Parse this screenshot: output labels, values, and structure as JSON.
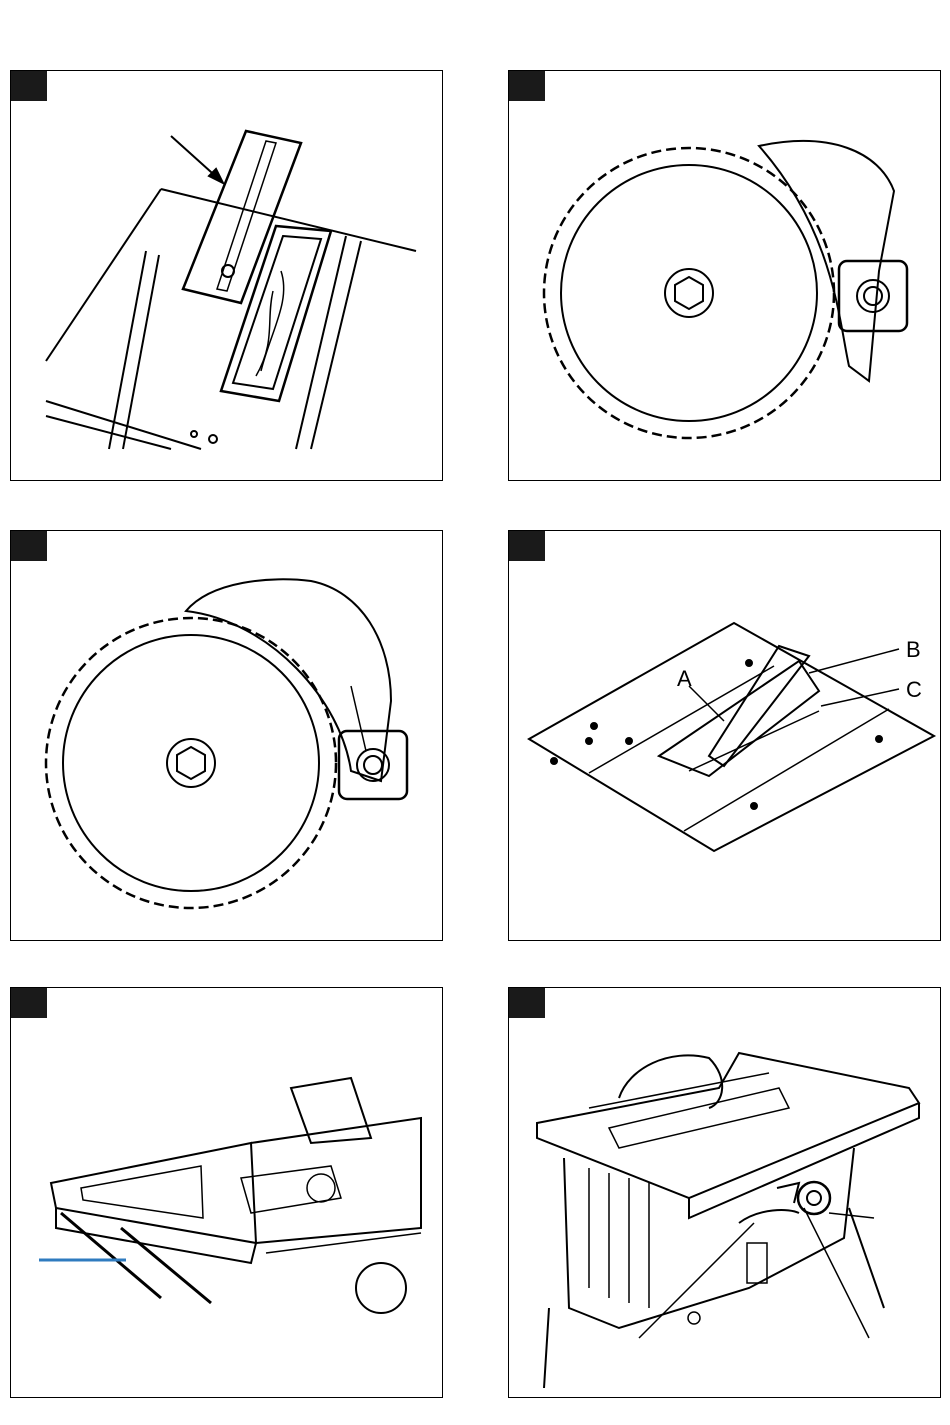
{
  "panels": [
    {
      "id": "p1",
      "labels": []
    },
    {
      "id": "p2",
      "labels": []
    },
    {
      "id": "p3",
      "labels": []
    },
    {
      "id": "p4",
      "labels": [
        "A",
        "B",
        "C"
      ]
    },
    {
      "id": "p5",
      "labels": []
    },
    {
      "id": "p6",
      "labels": []
    }
  ],
  "colors": {
    "border": "#000000",
    "tab": "#1a1a1a",
    "leader_blue": "#2f7bbf"
  }
}
